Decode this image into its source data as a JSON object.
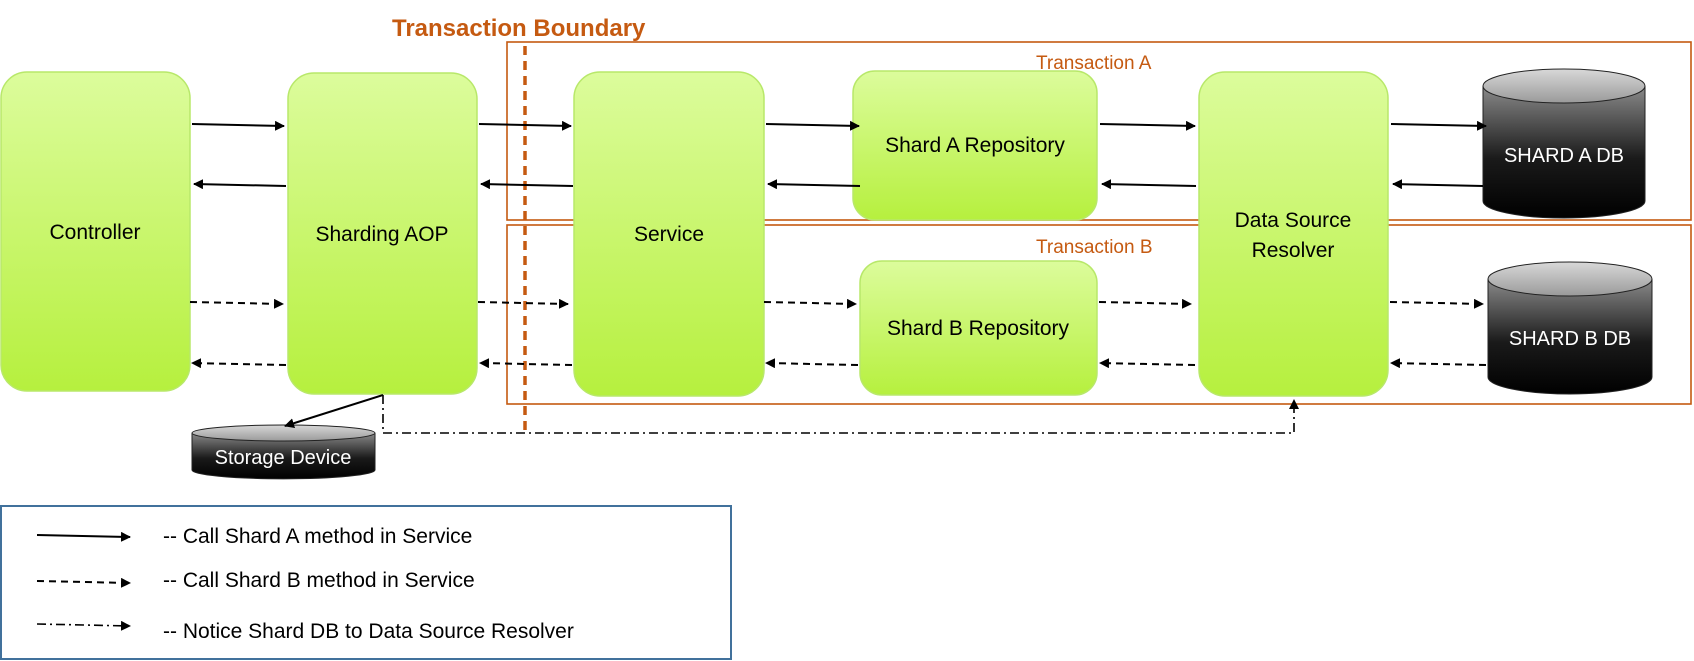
{
  "title": "Transaction Boundary",
  "transactions": {
    "a": "Transaction A",
    "b": "Transaction B"
  },
  "components": {
    "controller": "Controller",
    "sharding_aop": "Sharding AOP",
    "service": "Service",
    "shard_a_repository": "Shard A Repository",
    "shard_b_repository": "Shard B Repository",
    "data_source_resolver_line1": "Data Source",
    "data_source_resolver_line2": "Resolver"
  },
  "databases": {
    "shard_a": "SHARD A DB",
    "shard_b": "SHARD B DB",
    "storage": "Storage Device"
  },
  "legend": {
    "solid": "-- Call Shard A method in Service",
    "dashed": "-- Call Shard B method in Service",
    "dashdot": "-- Notice Shard DB to Data Source Resolver"
  },
  "colors": {
    "box_top": "#dcfc9c",
    "box_bottom": "#b6f03e",
    "box_stroke": "#b8e86a",
    "transaction": "#c55a11",
    "legend_border": "#41719c"
  }
}
